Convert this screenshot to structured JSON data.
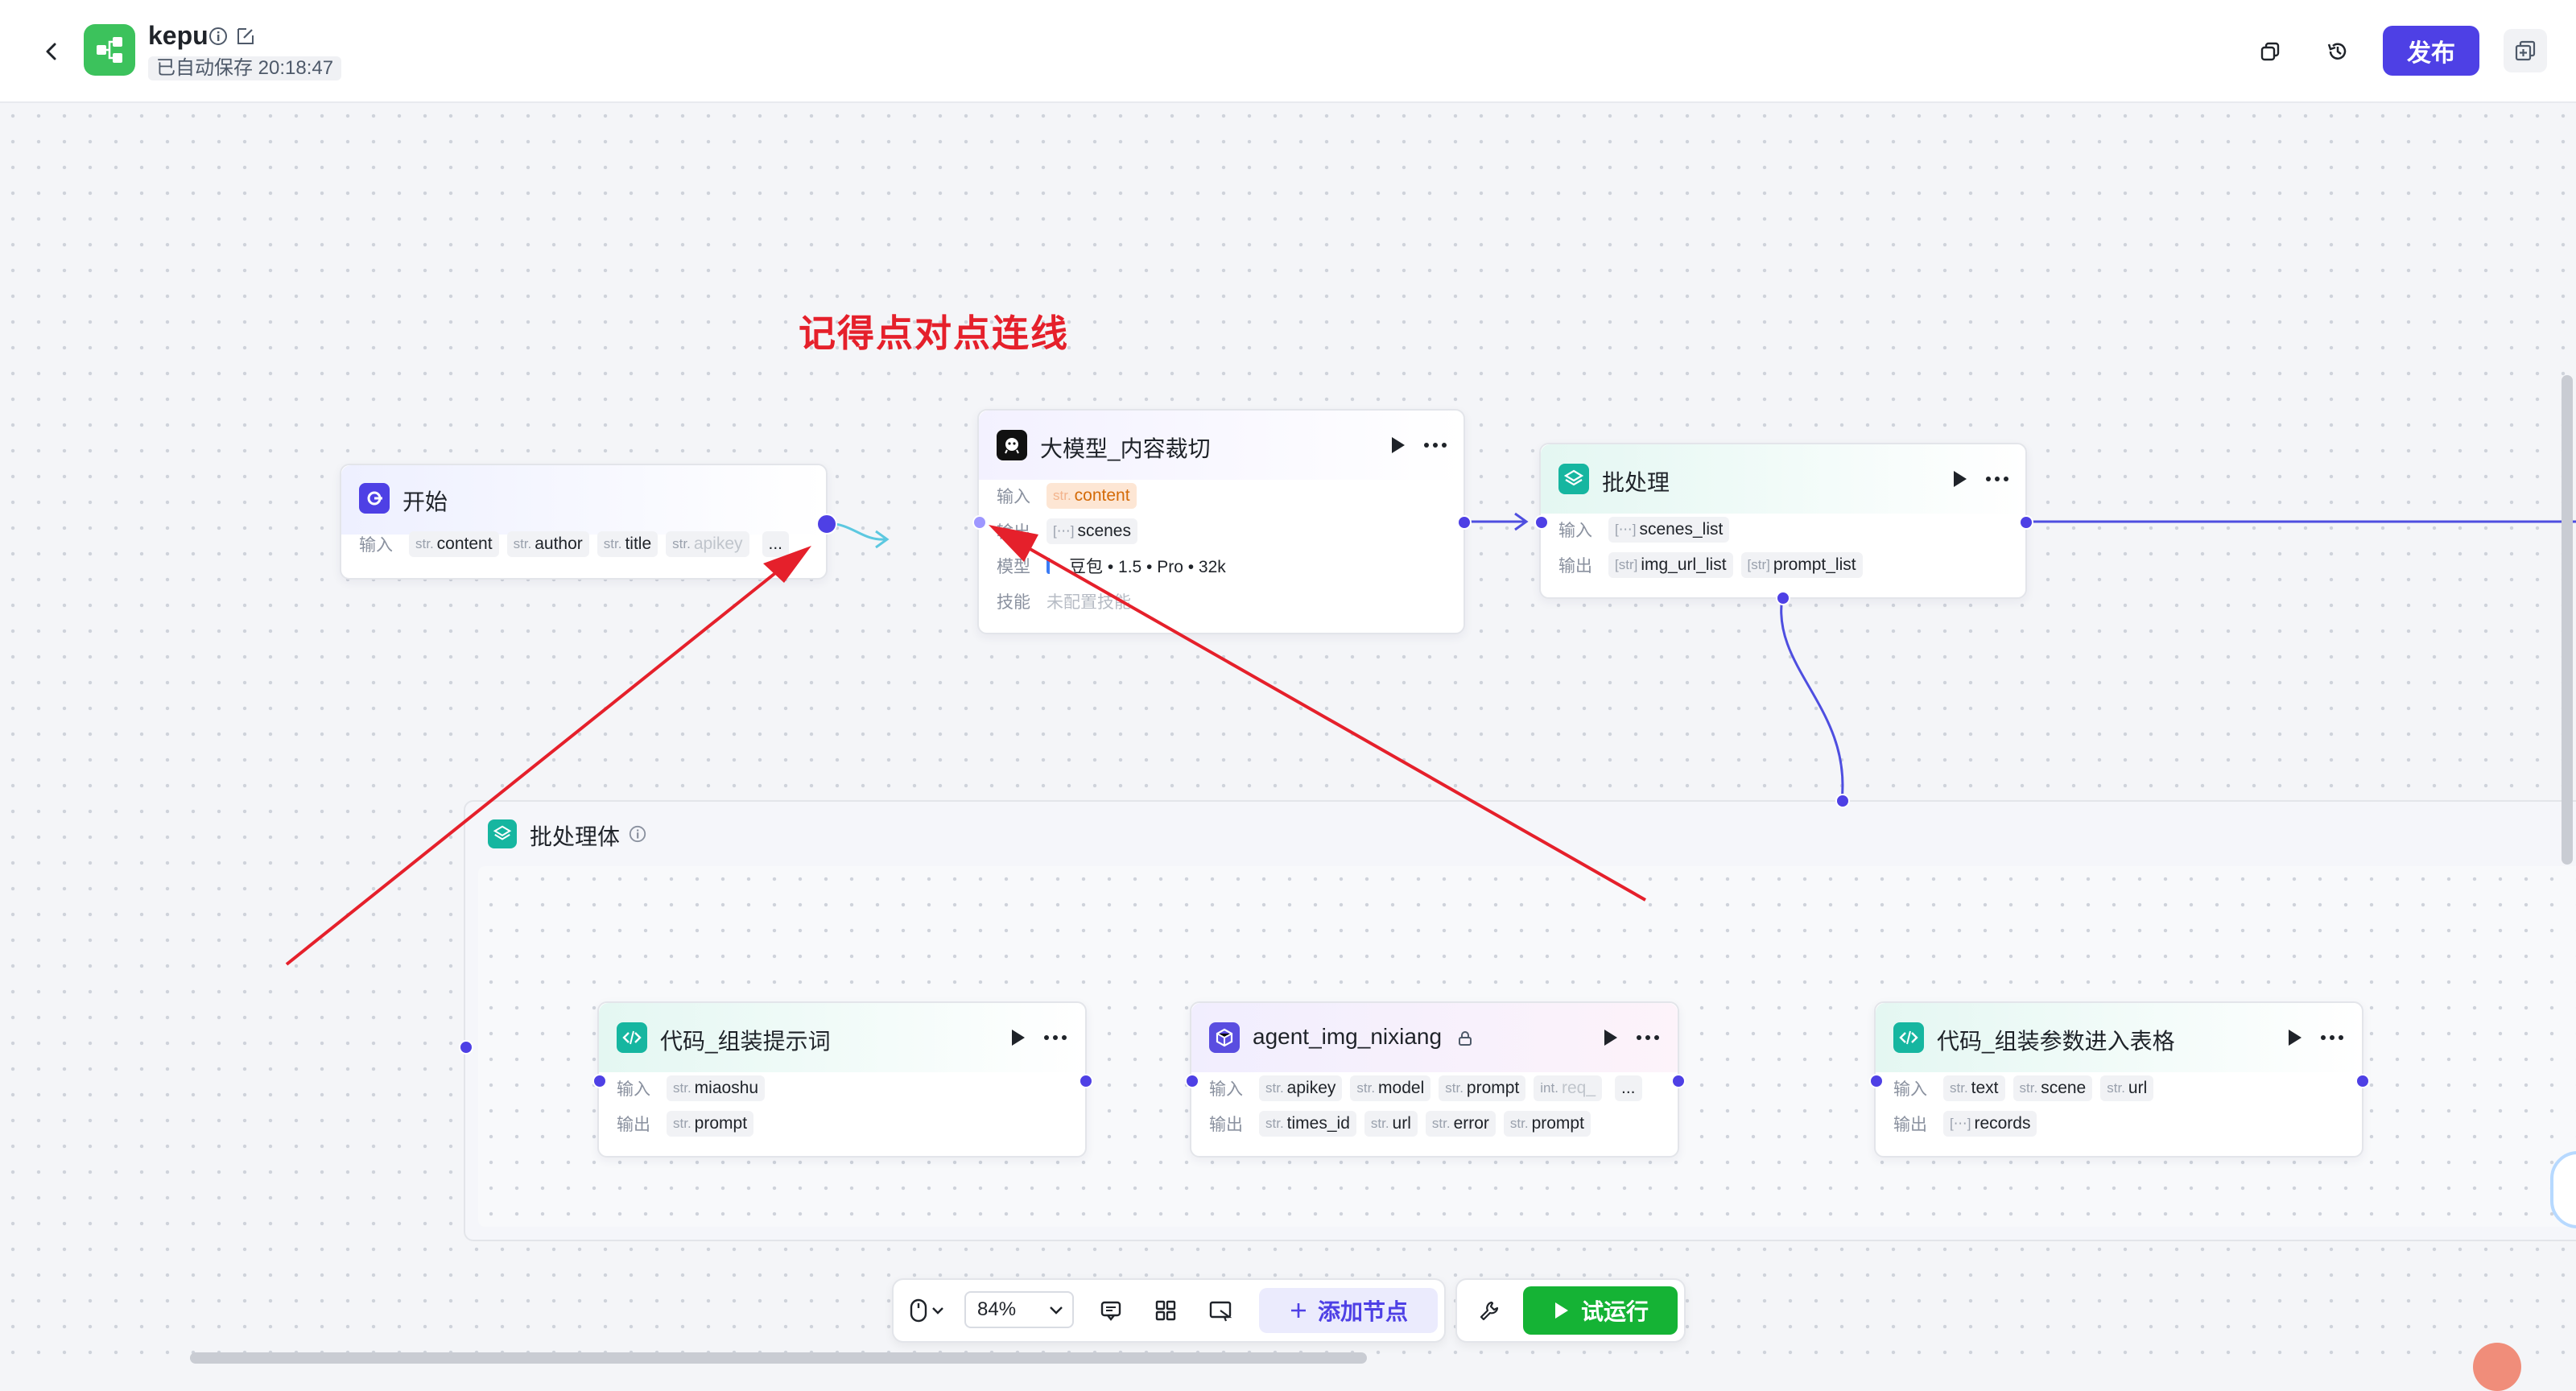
{
  "header": {
    "app_name": "kepu",
    "save_status": "已自动保存 20:18:47",
    "publish_label": "发布"
  },
  "annotation": {
    "text": "记得点对点连线"
  },
  "labels": {
    "input": "输入",
    "output": "输出",
    "model": "模型",
    "skill": "技能"
  },
  "nodes": {
    "start": {
      "title": "开始",
      "inputs": [
        {
          "type": "str.",
          "name": "content"
        },
        {
          "type": "str.",
          "name": "author"
        },
        {
          "type": "str.",
          "name": "title"
        },
        {
          "type": "str.",
          "name": "apikey"
        }
      ],
      "more": "..."
    },
    "llm": {
      "title": "大模型_内容裁切",
      "input": {
        "type": "str.",
        "name": "content"
      },
      "output": {
        "type": "[⋯]",
        "name": "scenes"
      },
      "model": "豆包 • 1.5 • Pro • 32k",
      "skill": "未配置技能"
    },
    "batch": {
      "title": "批处理",
      "input": {
        "type": "[⋯]",
        "name": "scenes_list"
      },
      "outputs": [
        {
          "type": "[str]",
          "name": "img_url_list"
        },
        {
          "type": "[str]",
          "name": "prompt_list"
        }
      ]
    },
    "batch_body": {
      "title": "批处理体"
    },
    "code_prompt": {
      "title": "代码_组装提示词",
      "input": {
        "type": "str.",
        "name": "miaoshu"
      },
      "output": {
        "type": "str.",
        "name": "prompt"
      }
    },
    "agent": {
      "title": "agent_img_nixiang",
      "inputs": [
        {
          "type": "str.",
          "name": "apikey"
        },
        {
          "type": "str.",
          "name": "model"
        },
        {
          "type": "str.",
          "name": "prompt"
        },
        {
          "type": "int.",
          "name": "req_"
        }
      ],
      "outputs": [
        {
          "type": "str.",
          "name": "times_id"
        },
        {
          "type": "str.",
          "name": "url"
        },
        {
          "type": "str.",
          "name": "error"
        },
        {
          "type": "str.",
          "name": "prompt"
        }
      ],
      "more": "..."
    },
    "code_table": {
      "title": "代码_组装参数进入表格",
      "inputs": [
        {
          "type": "str.",
          "name": "text"
        },
        {
          "type": "str.",
          "name": "scene"
        },
        {
          "type": "str.",
          "name": "url"
        }
      ],
      "output": {
        "type": "[⋯]",
        "name": "records"
      }
    }
  },
  "toolbar": {
    "zoom": "84%",
    "add_node": "添加节点",
    "test_run": "试运行"
  },
  "colors": {
    "accent": "#4e40e5",
    "publish": "#4e40e5",
    "run_green": "#15b335",
    "annotation_red": "#e5202b",
    "edge": "#4e4ee0",
    "edge_new": "#5cc8e0"
  }
}
